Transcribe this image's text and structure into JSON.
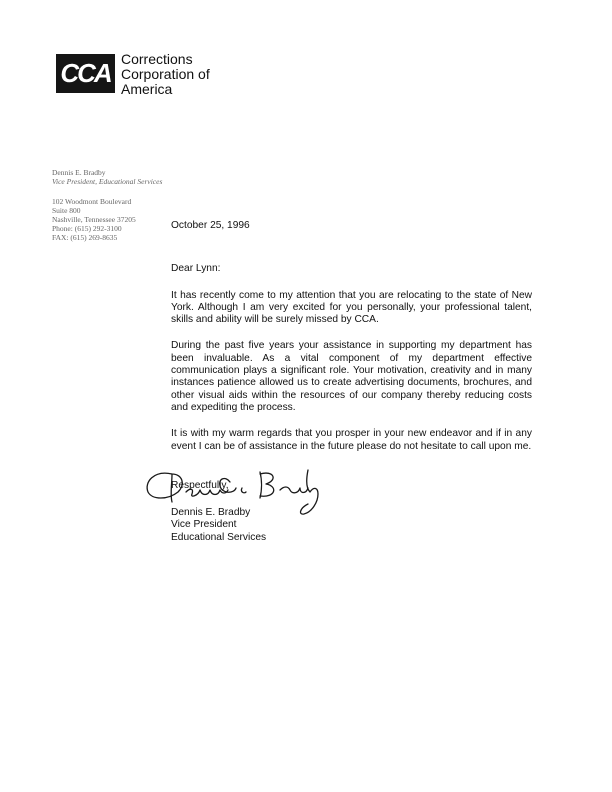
{
  "logo": {
    "mark": "CCA",
    "name_lines": [
      "Corrections",
      "Corporation of",
      "America"
    ]
  },
  "sender": {
    "name": "Dennis E. Bradby",
    "title": "Vice President, Educational Services",
    "address_lines": [
      "102 Woodmont Boulevard",
      "Suite 800",
      "Nashville, Tennessee 37205",
      "Phone: (615) 292-3100",
      "FAX: (615) 269-8635"
    ]
  },
  "letter": {
    "date": "October 25, 1996",
    "salutation": "Dear Lynn:",
    "paragraphs": [
      "It has recently come to my attention that you are relocating to the state of New York. Although I am very excited for you personally, your professional talent, skills and ability will be surely missed by CCA.",
      "During the past five years your assistance in supporting my department has been invaluable. As a vital component of my department effective communication plays a significant role. Your motivation, creativity and in many instances patience allowed us to create advertising documents, brochures, and other visual aids within the resources of our company thereby reducing costs and expediting the process.",
      "It is with my warm regards that you prosper in your new endeavor and if in any event I can be of assistance in the future please do not hesitate to call upon me."
    ],
    "closing": "Respectfully,",
    "signature_name": "Dennis E. Bradby",
    "signature_title_1": "Vice President",
    "signature_title_2": "Educational Services"
  }
}
